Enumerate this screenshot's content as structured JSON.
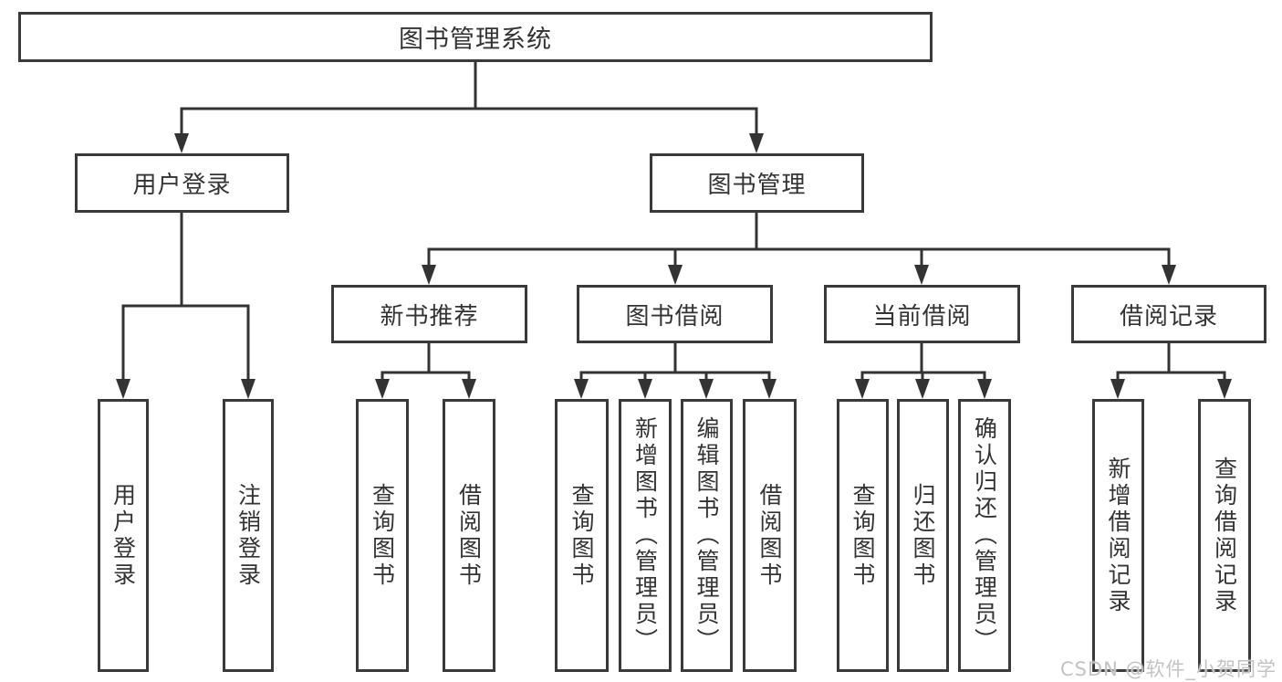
{
  "colors": {
    "line": "#333333",
    "box_border": "#3a3a3a",
    "text": "#333333",
    "watermark": "#c3c3c3",
    "background": "#ffffff"
  },
  "root": {
    "label": "图书管理系统"
  },
  "login_branch": {
    "label": "用户登录",
    "leaves": [
      {
        "label": "用户登录"
      },
      {
        "label": "注销登录"
      }
    ]
  },
  "management_branch": {
    "label": "图书管理",
    "groups": [
      {
        "label": "新书推荐",
        "leaves": [
          {
            "label": "查询图书"
          },
          {
            "label": "借阅图书"
          }
        ]
      },
      {
        "label": "图书借阅",
        "leaves": [
          {
            "label": "查询图书"
          },
          {
            "label": "新增图书（管理员）"
          },
          {
            "label": "编辑图书（管理员）"
          },
          {
            "label": "借阅图书"
          }
        ]
      },
      {
        "label": "当前借阅",
        "leaves": [
          {
            "label": "查询图书"
          },
          {
            "label": "归还图书"
          },
          {
            "label": "确认归还（管理员）"
          }
        ]
      },
      {
        "label": "借阅记录",
        "leaves": [
          {
            "label": "新增借阅记录"
          },
          {
            "label": "查询借阅记录"
          }
        ]
      }
    ]
  },
  "watermark": {
    "text": "CSDN @软件_小贺同学"
  }
}
